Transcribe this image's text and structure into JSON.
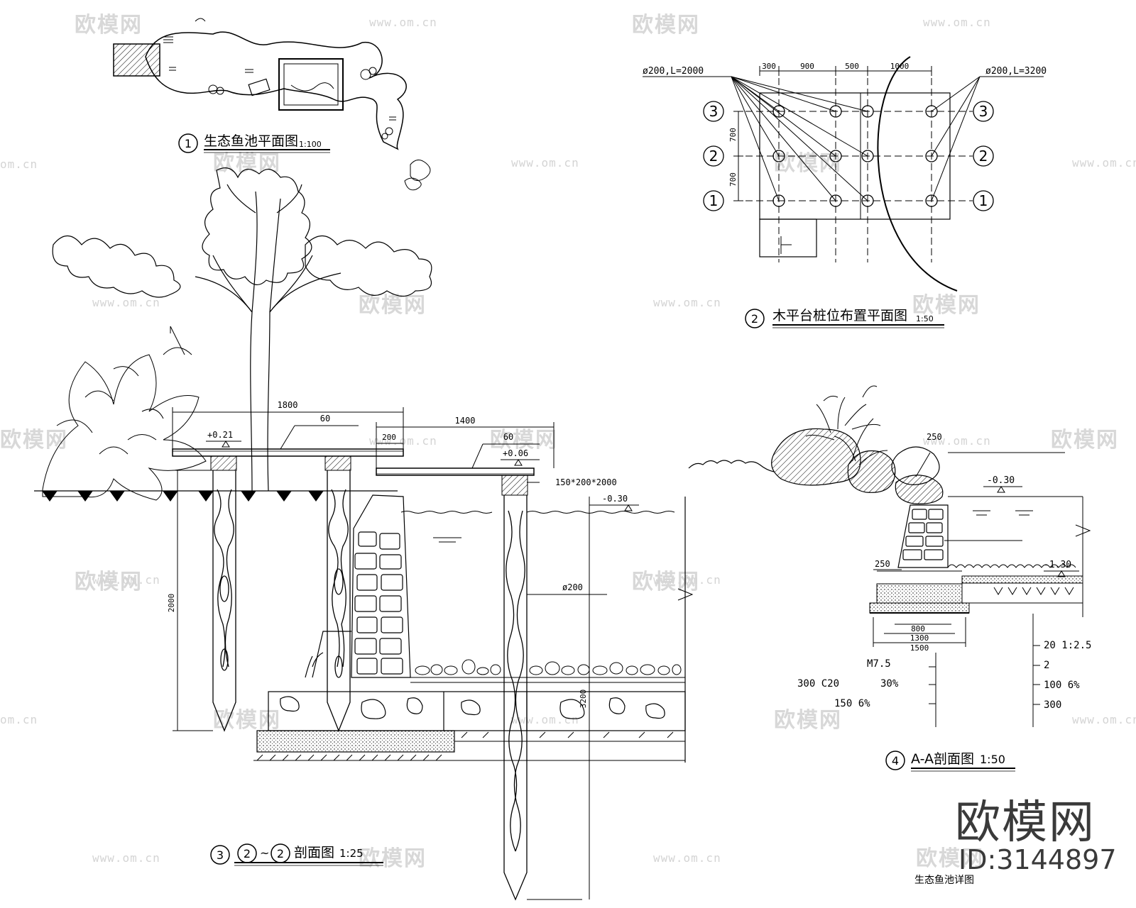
{
  "watermark": {
    "brand": "欧模网",
    "url": "www.om.cn",
    "url_short": "om.cn"
  },
  "brand_block": {
    "logo_text": "欧模网",
    "id_text": "ID:3144897"
  },
  "views": {
    "plan": {
      "number": "1",
      "title": "生态鱼池平面图",
      "scale": "1:100"
    },
    "pile_plan": {
      "number": "2",
      "title": "木平台桩位布置平面图",
      "scale": "1:50",
      "pile_left": "ø200,L=2000",
      "pile_right": "ø200,L=3200",
      "dims_top": [
        "300",
        "900",
        "500",
        "1000"
      ],
      "dims_side": [
        "700",
        "700"
      ],
      "axis_labels": [
        "3",
        "2",
        "1"
      ]
    },
    "section_22": {
      "number": "3",
      "ref_a": "2",
      "ref_b": "2",
      "title": "剖面图",
      "scale": "1:25",
      "dim_1800": "1800",
      "dim_1400": "1400",
      "dim_200": "200",
      "dim_60a": "60",
      "dim_60b": "60",
      "lvl_021": "+0.21",
      "lvl_006": "+0.06",
      "lvl_030": "-0.30",
      "beam": "150*200*2000",
      "pile_dia": "ø200",
      "dim_2000": "2000",
      "dim_3200": "3200"
    },
    "section_aa": {
      "number": "4",
      "title": "A-A剖面图",
      "scale": "1:50",
      "dim_250a": "250",
      "dim_250b": "250",
      "lvl_030": "-0.30",
      "lvl_130": "-1.30",
      "dim_800": "800",
      "dim_1300": "1300",
      "dim_1500": "1500",
      "m75": "M7.5",
      "c20": "300  C20",
      "p30": "30%",
      "p6": "150  6%",
      "r1": "20  1:2.5",
      "r2": "2",
      "r3": "100  6%",
      "r4": "300",
      "footer": "生态鱼池详图"
    }
  }
}
